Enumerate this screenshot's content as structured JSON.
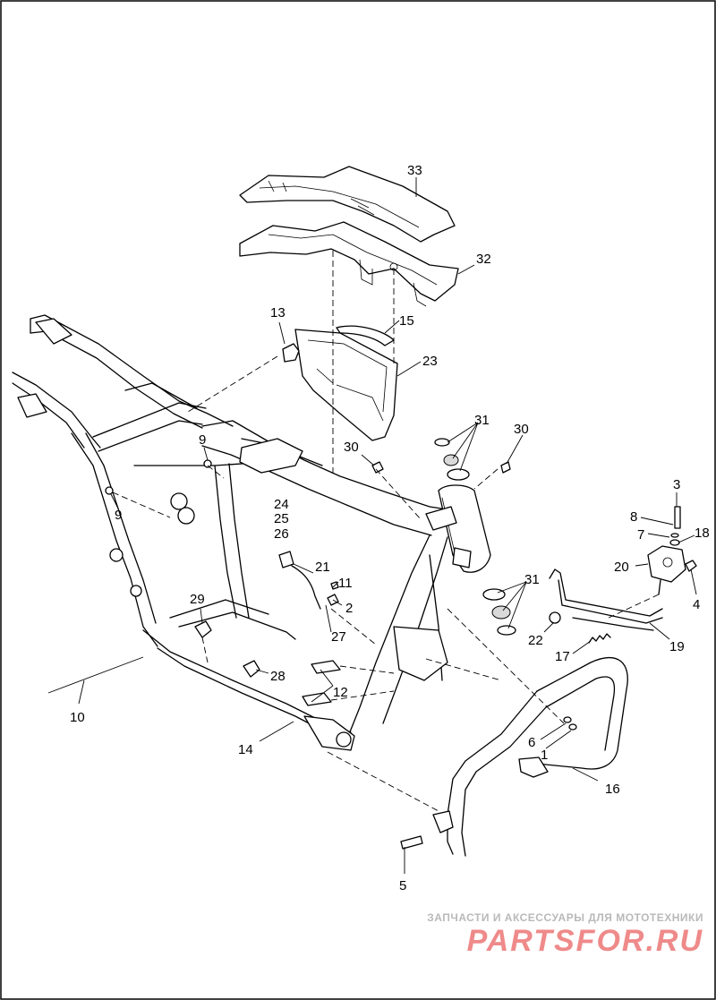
{
  "callouts": [
    {
      "id": "33",
      "label": "33"
    },
    {
      "id": "32",
      "label": "32"
    },
    {
      "id": "13",
      "label": "13"
    },
    {
      "id": "15",
      "label": "15"
    },
    {
      "id": "23",
      "label": "23"
    },
    {
      "id": "31a",
      "label": "31"
    },
    {
      "id": "30a",
      "label": "30"
    },
    {
      "id": "30b",
      "label": "30"
    },
    {
      "id": "9a",
      "label": "9"
    },
    {
      "id": "9b",
      "label": "9"
    },
    {
      "id": "24",
      "label": "24"
    },
    {
      "id": "25",
      "label": "25"
    },
    {
      "id": "26",
      "label": "26"
    },
    {
      "id": "21",
      "label": "21"
    },
    {
      "id": "11",
      "label": "11"
    },
    {
      "id": "2",
      "label": "2"
    },
    {
      "id": "27",
      "label": "27"
    },
    {
      "id": "3",
      "label": "3"
    },
    {
      "id": "8",
      "label": "8"
    },
    {
      "id": "7",
      "label": "7"
    },
    {
      "id": "18",
      "label": "18"
    },
    {
      "id": "20",
      "label": "20"
    },
    {
      "id": "4",
      "label": "4"
    },
    {
      "id": "31b",
      "label": "31"
    },
    {
      "id": "22",
      "label": "22"
    },
    {
      "id": "19",
      "label": "19"
    },
    {
      "id": "17",
      "label": "17"
    },
    {
      "id": "29",
      "label": "29"
    },
    {
      "id": "28",
      "label": "28"
    },
    {
      "id": "12",
      "label": "12"
    },
    {
      "id": "10",
      "label": "10"
    },
    {
      "id": "14",
      "label": "14"
    },
    {
      "id": "6",
      "label": "6"
    },
    {
      "id": "1",
      "label": "1"
    },
    {
      "id": "16",
      "label": "16"
    },
    {
      "id": "5",
      "label": "5"
    }
  ],
  "watermark": {
    "tagline": "ЗАПЧАСТИ И АКСЕССУАРЫ ДЛЯ МОТОТЕХНИКИ",
    "logo": "PARTSFOR.RU",
    "color": "#ef8a8a"
  }
}
